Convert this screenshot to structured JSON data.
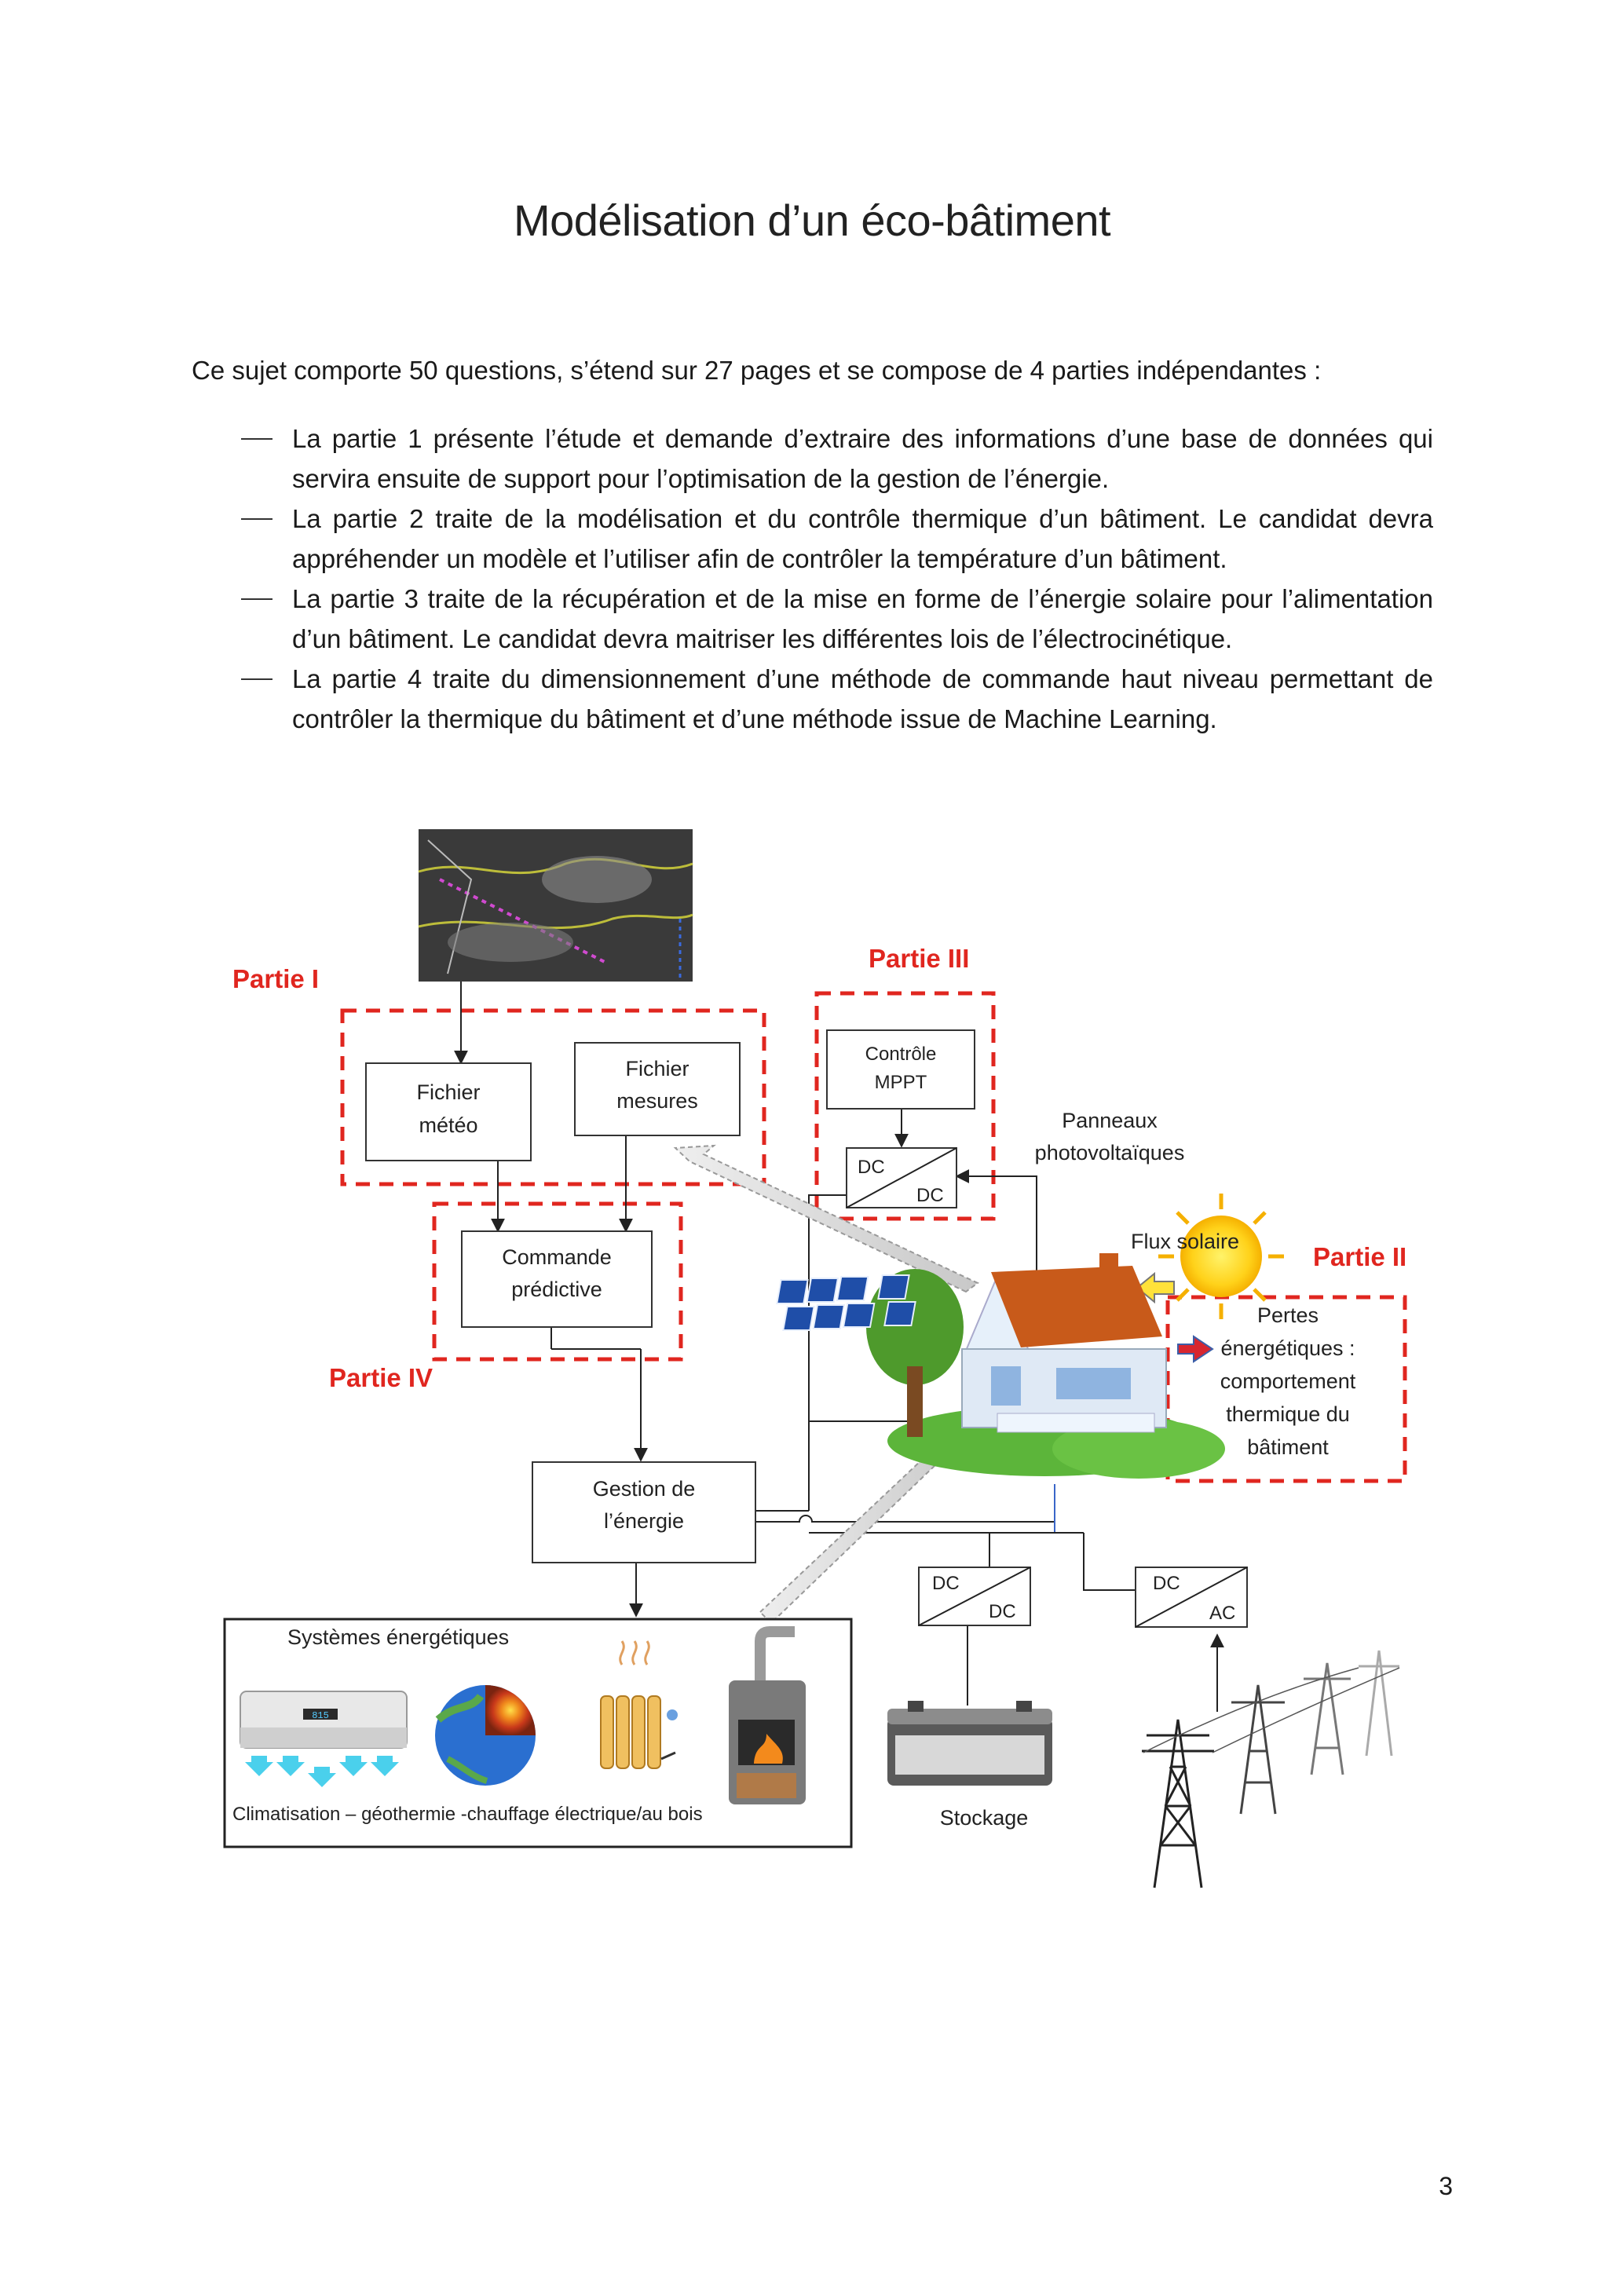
{
  "title": "Modélisation d’un éco-bâtiment",
  "intro": "Ce sujet comporte 50 questions, s’étend sur 27 pages et se compose de 4 parties indépendantes :",
  "parts": [
    "La partie 1 présente l’étude et demande d’extraire des informations d’une base de données qui servira ensuite de support pour l’optimisation de la gestion de l’énergie.",
    "La partie 2 traite de la modélisation et du contrôle thermique d’un bâtiment. Le candidat devra appréhender un modèle et l’utiliser afin de contrôler la température d’un bâtiment.",
    "La partie 3 traite de la récupération et de la mise en forme de l’énergie solaire pour l’alimentation d’un bâtiment. Le candidat devra maitriser les différentes lois de l’électrocinétique.",
    "La partie 4 traite du dimensionnement d’une méthode de commande haut niveau permettant de contrôler la thermique du bâtiment et d’une méthode issue de Machine Learning."
  ],
  "diagram": {
    "partie_i": "Partie I",
    "partie_ii": "Partie II",
    "partie_iii": "Partie III",
    "partie_iv": "Partie IV",
    "fichier_meteo": [
      "Fichier",
      "météo"
    ],
    "fichier_mesures": [
      "Fichier",
      "mesures"
    ],
    "commande_predictive": [
      "Commande",
      "prédictive"
    ],
    "gestion_energie": [
      "Gestion de",
      "l’énergie"
    ],
    "controle_mppt": [
      "Contrôle",
      "MPPT"
    ],
    "dc": "DC",
    "ac": "AC",
    "panneaux": [
      "Panneaux",
      "photovoltaïques"
    ],
    "flux_solaire": "Flux solaire",
    "pertes": [
      "Pertes",
      "énergétiques :",
      "comportement",
      "thermique du",
      "bâtiment"
    ],
    "systemes_energetiques": "Systèmes énergétiques",
    "systemes_caption": "Climatisation – géothermie -chauffage électrique/au bois",
    "stockage": "Stockage",
    "ac_display": "815"
  },
  "page_number": "3",
  "colors": {
    "accent_red": "#e0261f",
    "text": "#1a1a1a"
  }
}
